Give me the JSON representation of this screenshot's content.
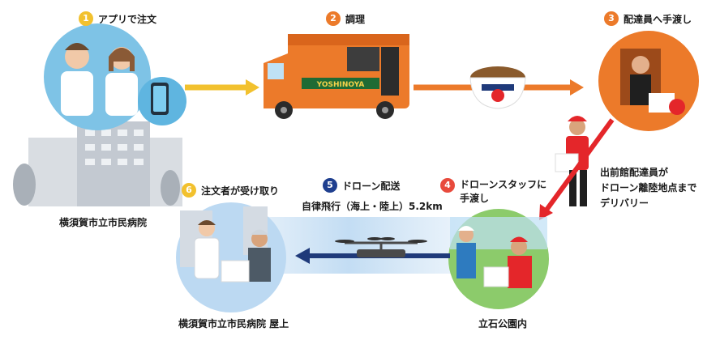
{
  "steps": [
    {
      "num": "1",
      "label": "アプリで注文",
      "color": "#f2c12e"
    },
    {
      "num": "2",
      "label": "調理",
      "color": "#ec7a2a"
    },
    {
      "num": "3",
      "label": "配達員へ手渡し",
      "color": "#ec7a2a"
    },
    {
      "num": "4",
      "label_line1": "ドローンスタッフに",
      "label_line2": "手渡し",
      "color": "#e84a3c"
    },
    {
      "num": "5",
      "label": "ドローン配送",
      "color": "#1f3f8f"
    },
    {
      "num": "6",
      "label": "注文者が受け取り",
      "color": "#f2c12e"
    }
  ],
  "route_text": "自律飛行（海上・陸上）5.2km",
  "courier_text": [
    "出前館配達員が",
    "ドローン離陸地点まで",
    "デリバリー"
  ],
  "places": {
    "hospital": "横須賀市立市民病院",
    "hospital_roof": "横須賀市立市民病院 屋上",
    "park": "立石公園内"
  },
  "truck_brand": "YOSHINOYA",
  "arrow_colors": {
    "yellow": "#f2c12e",
    "orange": "#ec7a2a",
    "red": "#e4262a",
    "navy": "#1f3a7a"
  }
}
